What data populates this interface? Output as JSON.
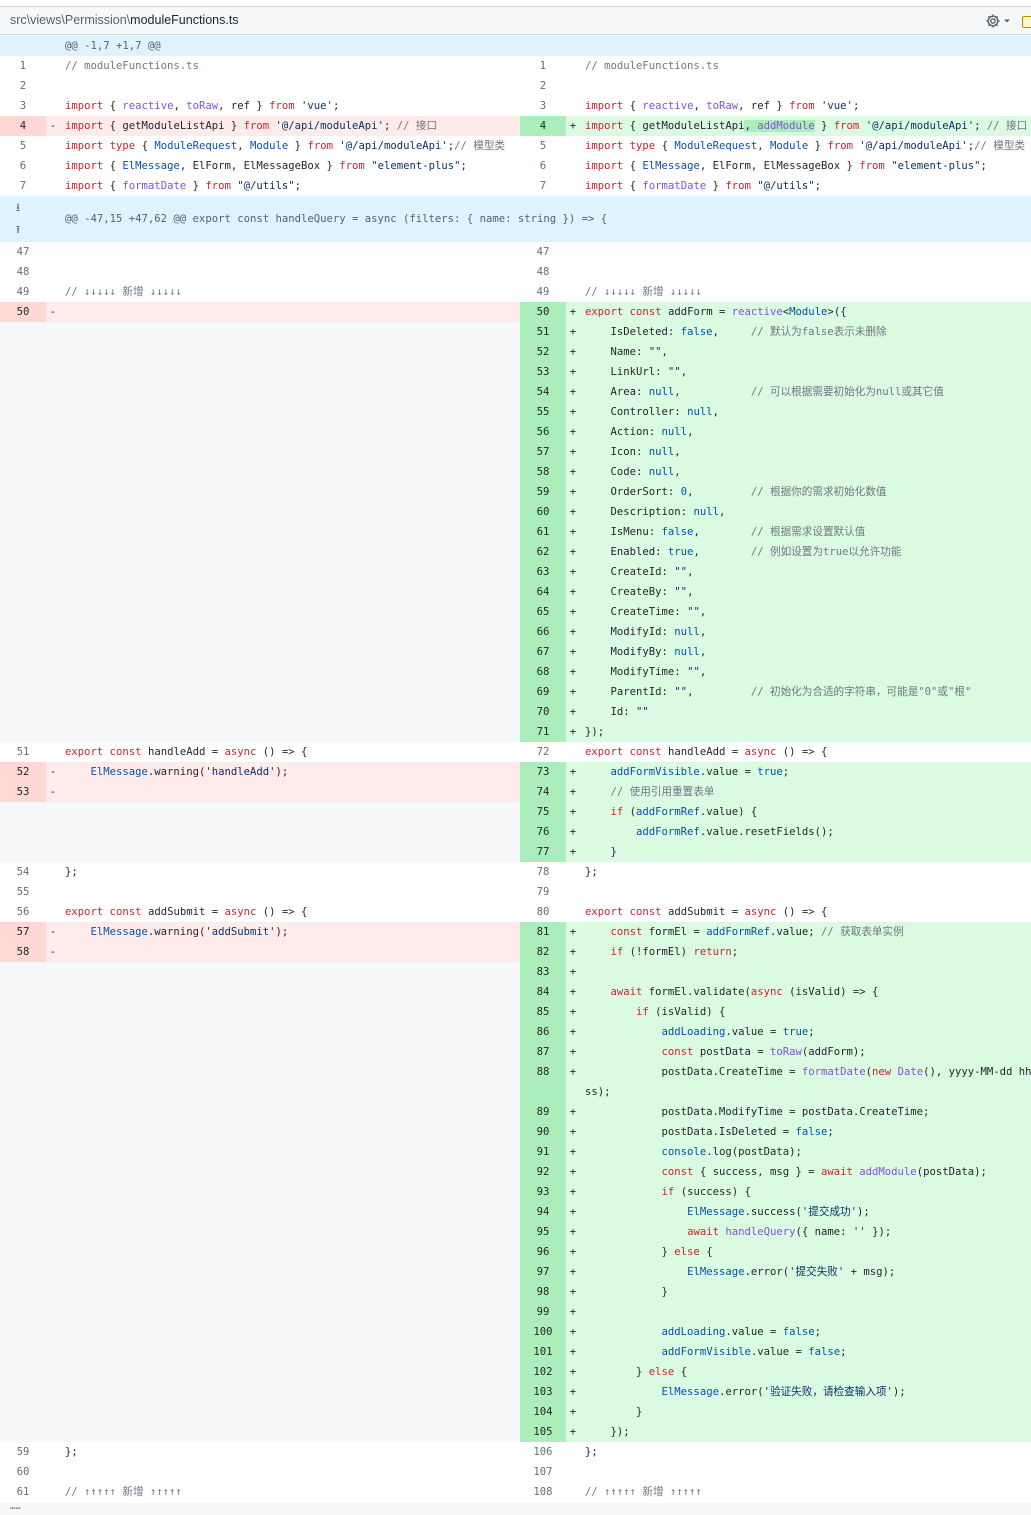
{
  "file_header": {
    "path_prefix": "src\\views\\Permission\\",
    "file_name": "moduleFunctions.ts",
    "settings_icon": "gear-icon",
    "dropdown_icon": "chevron-down-icon"
  },
  "hunks": [
    "@@ -1,7 +1,7 @@",
    "@@ -47,15 +47,62 @@ export const handleQuery = async (filters: { name: string }) => {"
  ],
  "rows": [
    {
      "t": "h",
      "h": 0
    },
    {
      "t": "c",
      "ln": "1",
      "rn": "1",
      "code": "// moduleFunctions.ts"
    },
    {
      "t": "c",
      "ln": "2",
      "rn": "2",
      "code": ""
    },
    {
      "t": "c",
      "ln": "3",
      "rn": "3",
      "code": "import { reactive, toRaw, ref } from 'vue';"
    },
    {
      "t": "m",
      "ln": "4",
      "lc": "import { getModuleListApi } from '@/api/moduleApi'; // 接口",
      "rn": "4",
      "rc_pre": "import { getModuleListApi",
      "rc_hl": ", addModule",
      "rc_post": " } from '@/api/moduleApi'; // 接口"
    },
    {
      "t": "c",
      "ln": "5",
      "rn": "5",
      "code": "import type { ModuleRequest, Module } from '@/api/moduleApi';// 模型类"
    },
    {
      "t": "c",
      "ln": "6",
      "rn": "6",
      "code": "import { ElMessage, ElForm, ElMessageBox } from \"element-plus\";"
    },
    {
      "t": "c",
      "ln": "7",
      "rn": "7",
      "code": "import { formatDate } from \"@/utils\";"
    },
    {
      "t": "h",
      "h": 1
    },
    {
      "t": "c",
      "ln": "47",
      "rn": "47",
      "code": ""
    },
    {
      "t": "c",
      "ln": "48",
      "rn": "48",
      "code": ""
    },
    {
      "t": "c",
      "ln": "49",
      "rn": "49",
      "code": "// ↓↓↓↓↓ 新增 ↓↓↓↓↓"
    },
    {
      "t": "m",
      "ln": "50",
      "lc": "",
      "rn": "50",
      "rc": "export const addForm = reactive<Module>({"
    },
    {
      "t": "a",
      "rn": "51",
      "rc": "    IsDeleted: false,     // 默认为false表示未删除"
    },
    {
      "t": "a",
      "rn": "52",
      "rc": "    Name: \"\","
    },
    {
      "t": "a",
      "rn": "53",
      "rc": "    LinkUrl: \"\","
    },
    {
      "t": "a",
      "rn": "54",
      "rc": "    Area: null,           // 可以根据需要初始化为null或其它值"
    },
    {
      "t": "a",
      "rn": "55",
      "rc": "    Controller: null,"
    },
    {
      "t": "a",
      "rn": "56",
      "rc": "    Action: null,"
    },
    {
      "t": "a",
      "rn": "57",
      "rc": "    Icon: null,"
    },
    {
      "t": "a",
      "rn": "58",
      "rc": "    Code: null,"
    },
    {
      "t": "a",
      "rn": "59",
      "rc": "    OrderSort: 0,         // 根据你的需求初始化数值"
    },
    {
      "t": "a",
      "rn": "60",
      "rc": "    Description: null,"
    },
    {
      "t": "a",
      "rn": "61",
      "rc": "    IsMenu: false,        // 根据需求设置默认值"
    },
    {
      "t": "a",
      "rn": "62",
      "rc": "    Enabled: true,        // 例如设置为true以允许功能"
    },
    {
      "t": "a",
      "rn": "63",
      "rc": "    CreateId: \"\","
    },
    {
      "t": "a",
      "rn": "64",
      "rc": "    CreateBy: \"\","
    },
    {
      "t": "a",
      "rn": "65",
      "rc": "    CreateTime: \"\","
    },
    {
      "t": "a",
      "rn": "66",
      "rc": "    ModifyId: null,"
    },
    {
      "t": "a",
      "rn": "67",
      "rc": "    ModifyBy: null,"
    },
    {
      "t": "a",
      "rn": "68",
      "rc": "    ModifyTime: \"\","
    },
    {
      "t": "a",
      "rn": "69",
      "rc": "    ParentId: \"\",         // 初始化为合适的字符串，可能是\"0\"或\"根\""
    },
    {
      "t": "a",
      "rn": "70",
      "rc": "    Id: \"\""
    },
    {
      "t": "a",
      "rn": "71",
      "rc": "});"
    },
    {
      "t": "c",
      "ln": "51",
      "rn": "72",
      "code": "export const handleAdd = async () => {"
    },
    {
      "t": "m",
      "ln": "52",
      "lc": "    ElMessage.warning('handleAdd');",
      "rn": "73",
      "rc": "    addFormVisible.value = true;"
    },
    {
      "t": "m",
      "ln": "53",
      "lc": "",
      "rn": "74",
      "rc": "    // 使用引用重置表单"
    },
    {
      "t": "a",
      "rn": "75",
      "rc": "    if (addFormRef.value) {"
    },
    {
      "t": "a",
      "rn": "76",
      "rc": "        addFormRef.value.resetFields();"
    },
    {
      "t": "a",
      "rn": "77",
      "rc": "    }"
    },
    {
      "t": "c",
      "ln": "54",
      "rn": "78",
      "code": "};"
    },
    {
      "t": "c",
      "ln": "55",
      "rn": "79",
      "code": ""
    },
    {
      "t": "c",
      "ln": "56",
      "rn": "80",
      "code": "export const addSubmit = async () => {"
    },
    {
      "t": "m",
      "ln": "57",
      "lc": "    ElMessage.warning('addSubmit');",
      "rn": "81",
      "rc": "    const formEl = addFormRef.value; // 获取表单实例"
    },
    {
      "t": "m",
      "ln": "58",
      "lc": "",
      "rn": "82",
      "rc": "    if (!formEl) return;"
    },
    {
      "t": "a",
      "rn": "83",
      "rc": ""
    },
    {
      "t": "a",
      "rn": "84",
      "rc": "    await formEl.validate(async (isValid) => {"
    },
    {
      "t": "a",
      "rn": "85",
      "rc": "        if (isValid) {"
    },
    {
      "t": "a",
      "rn": "86",
      "rc": "            addLoading.value = true;"
    },
    {
      "t": "a",
      "rn": "87",
      "rc": "            const postData = toRaw(addForm);"
    },
    {
      "t": "a",
      "rn": "88",
      "rc": "            postData.CreateTime = formatDate(new Date(), \"yyyy-MM-dd hh:mm"
    },
    {
      "t": "a",
      "rn": "",
      "rc": "ss\");",
      "wrap": true
    },
    {
      "t": "a",
      "rn": "89",
      "rc": "            postData.ModifyTime = postData.CreateTime;"
    },
    {
      "t": "a",
      "rn": "90",
      "rc": "            postData.IsDeleted = false;"
    },
    {
      "t": "a",
      "rn": "91",
      "rc": "            console.log(postData);"
    },
    {
      "t": "a",
      "rn": "92",
      "rc": "            const { success, msg } = await addModule(postData);"
    },
    {
      "t": "a",
      "rn": "93",
      "rc": "            if (success) {"
    },
    {
      "t": "a",
      "rn": "94",
      "rc": "                ElMessage.success('提交成功');"
    },
    {
      "t": "a",
      "rn": "95",
      "rc": "                await handleQuery({ name: '' });"
    },
    {
      "t": "a",
      "rn": "96",
      "rc": "            } else {"
    },
    {
      "t": "a",
      "rn": "97",
      "rc": "                ElMessage.error('提交失败' + msg);"
    },
    {
      "t": "a",
      "rn": "98",
      "rc": "            }"
    },
    {
      "t": "a",
      "rn": "99",
      "rc": ""
    },
    {
      "t": "a",
      "rn": "100",
      "rc": "            addLoading.value = false;"
    },
    {
      "t": "a",
      "rn": "101",
      "rc": "            addFormVisible.value = false;"
    },
    {
      "t": "a",
      "rn": "102",
      "rc": "        } else {"
    },
    {
      "t": "a",
      "rn": "103",
      "rc": "            ElMessage.error('验证失败，请检查输入项');"
    },
    {
      "t": "a",
      "rn": "104",
      "rc": "        }"
    },
    {
      "t": "a",
      "rn": "105",
      "rc": "    });"
    },
    {
      "t": "c",
      "ln": "59",
      "rn": "106",
      "code": "};"
    },
    {
      "t": "c",
      "ln": "60",
      "rn": "107",
      "code": ""
    },
    {
      "t": "c",
      "ln": "61",
      "rn": "108",
      "code": "// ↑↑↑↑↑ 新增 ↑↑↑↑↑"
    }
  ],
  "colors": {
    "deleted_bg": "#ffebe9",
    "added_bg": "#dafbe1",
    "hunk_bg": "#ddf4ff"
  }
}
